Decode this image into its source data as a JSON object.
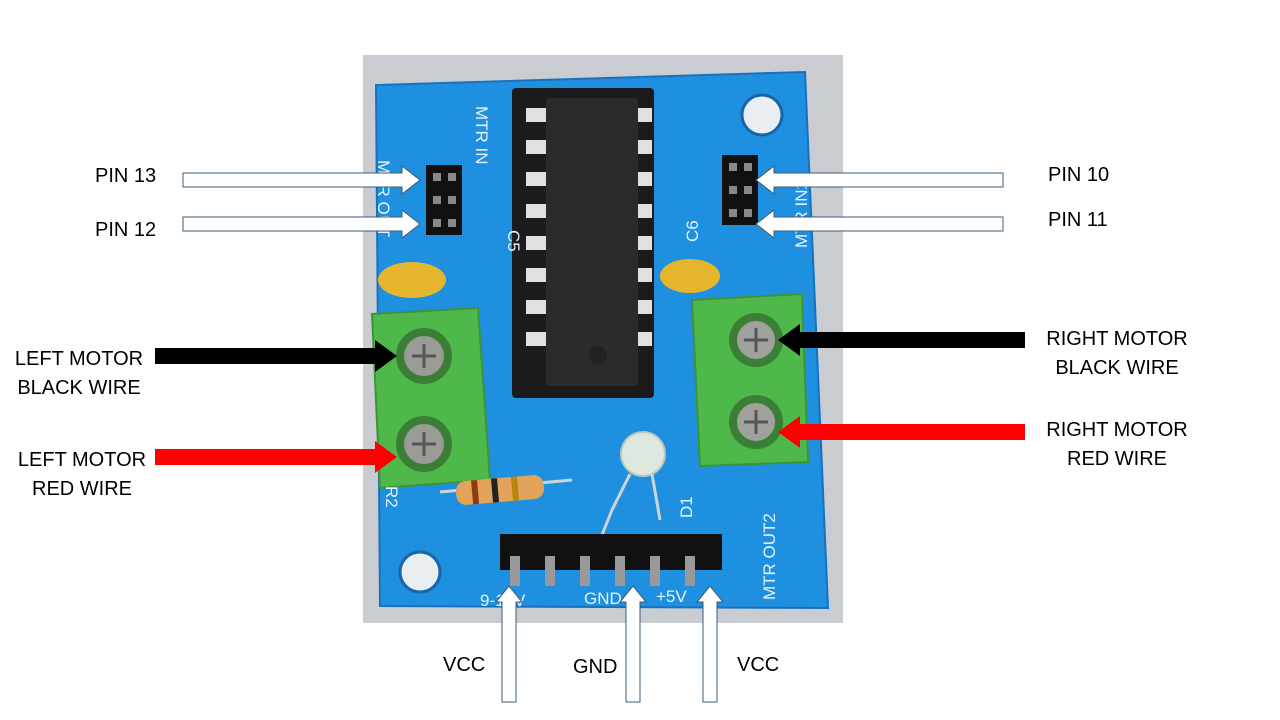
{
  "labels": {
    "pin13": "PIN 13",
    "pin12": "PIN 12",
    "pin10": "PIN 10",
    "pin11": "PIN 11",
    "left_black_1": "LEFT MOTOR",
    "left_black_2": "BLACK WIRE",
    "left_red_1": "LEFT MOTOR",
    "left_red_2": "RED WIRE",
    "right_black_1": "RIGHT MOTOR",
    "right_black_2": "BLACK WIRE",
    "right_red_1": "RIGHT MOTOR",
    "right_red_2": "RED WIRE",
    "vcc_left": "VCC",
    "gnd": "GND",
    "vcc_right": "VCC"
  },
  "board_silkscreen": {
    "mtr_in": "MTR IN",
    "mtr_out_left": "MTR OUT",
    "c5": "C5",
    "c6": "C6",
    "mtr_in2": "MTR IN2",
    "r2": "R2",
    "d1": "D1",
    "mtr_out2": "MTR OUT2",
    "pin_9_12v": "9-12V",
    "pin_gnd": "GND",
    "pin_5v": "+5V"
  },
  "colors": {
    "board": "#1f8fe0",
    "terminal": "#4fb84a",
    "arrow_black": "#000000",
    "arrow_red": "#ff0000",
    "arrow_white": "#ffffff",
    "arrow_outline": "#3a5b7a"
  }
}
